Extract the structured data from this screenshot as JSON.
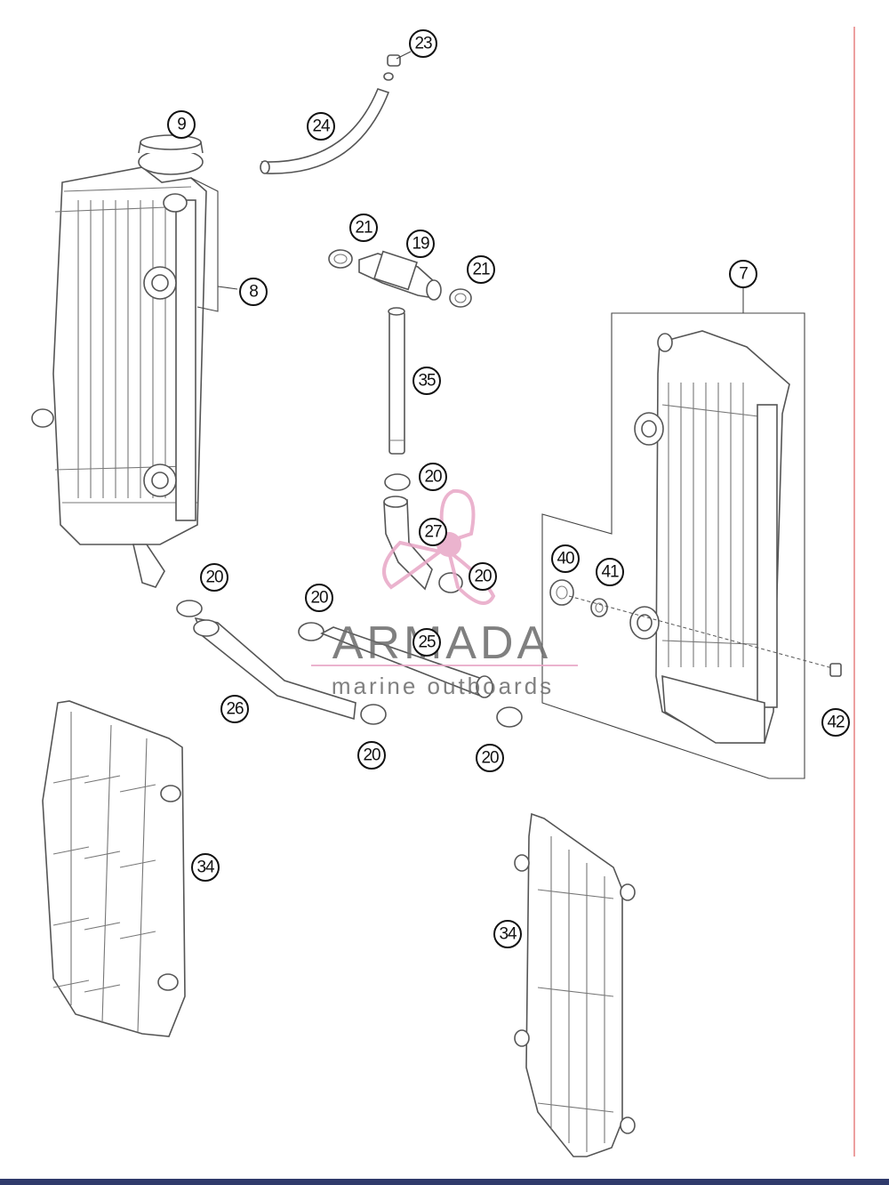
{
  "callouts": [
    "23",
    "24",
    "9",
    "8",
    "21",
    "19",
    "21",
    "35",
    "7",
    "20",
    "27",
    "20",
    "40",
    "41",
    "20",
    "20",
    "25",
    "26",
    "20",
    "20",
    "42",
    "34",
    "34"
  ],
  "watermark": {
    "brand": "ARMADA",
    "tagline": "marine outboards",
    "accent_color": "#e8a6c6",
    "logo_icon": "propeller-icon"
  },
  "colors": {
    "line": "#555555",
    "margin_rule": "#e06060",
    "bottom_rule": "#2f3a6b"
  }
}
